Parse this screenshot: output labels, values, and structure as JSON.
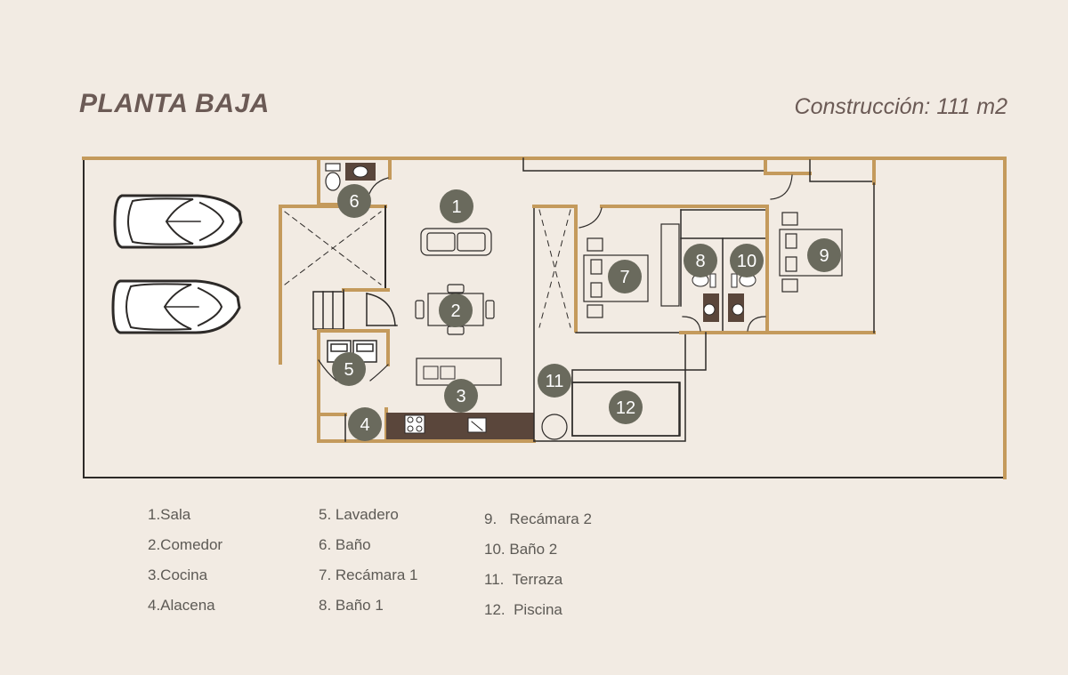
{
  "header": {
    "title": "PLANTA BAJA",
    "construction": "Construcción: 111 m2"
  },
  "colors": {
    "background": "#f2ebe3",
    "wall_gold": "#c49a5c",
    "line_dark": "#2d2a28",
    "marker_fill": "#6a6a5d",
    "marker_text": "#ffffff",
    "counter": "#5a463b",
    "title": "#6b5a55"
  },
  "rooms": [
    {
      "num": "1"
    },
    {
      "num": "2"
    },
    {
      "num": "3"
    },
    {
      "num": "4"
    },
    {
      "num": "5"
    },
    {
      "num": "6"
    },
    {
      "num": "7"
    },
    {
      "num": "8"
    },
    {
      "num": "9"
    },
    {
      "num": "10"
    },
    {
      "num": "11"
    },
    {
      "num": "12"
    }
  ],
  "legend": {
    "col1": [
      "1.Sala",
      "2.Comedor",
      "3.Cocina",
      "4.Alacena"
    ],
    "col2": [
      "5. Lavadero",
      "6. Baño",
      "7. Recámara 1",
      "8. Baño 1"
    ],
    "col3": [
      "9.   Recámara 2",
      "10. Baño 2",
      "11.  Terraza",
      "12.  Piscina"
    ]
  }
}
